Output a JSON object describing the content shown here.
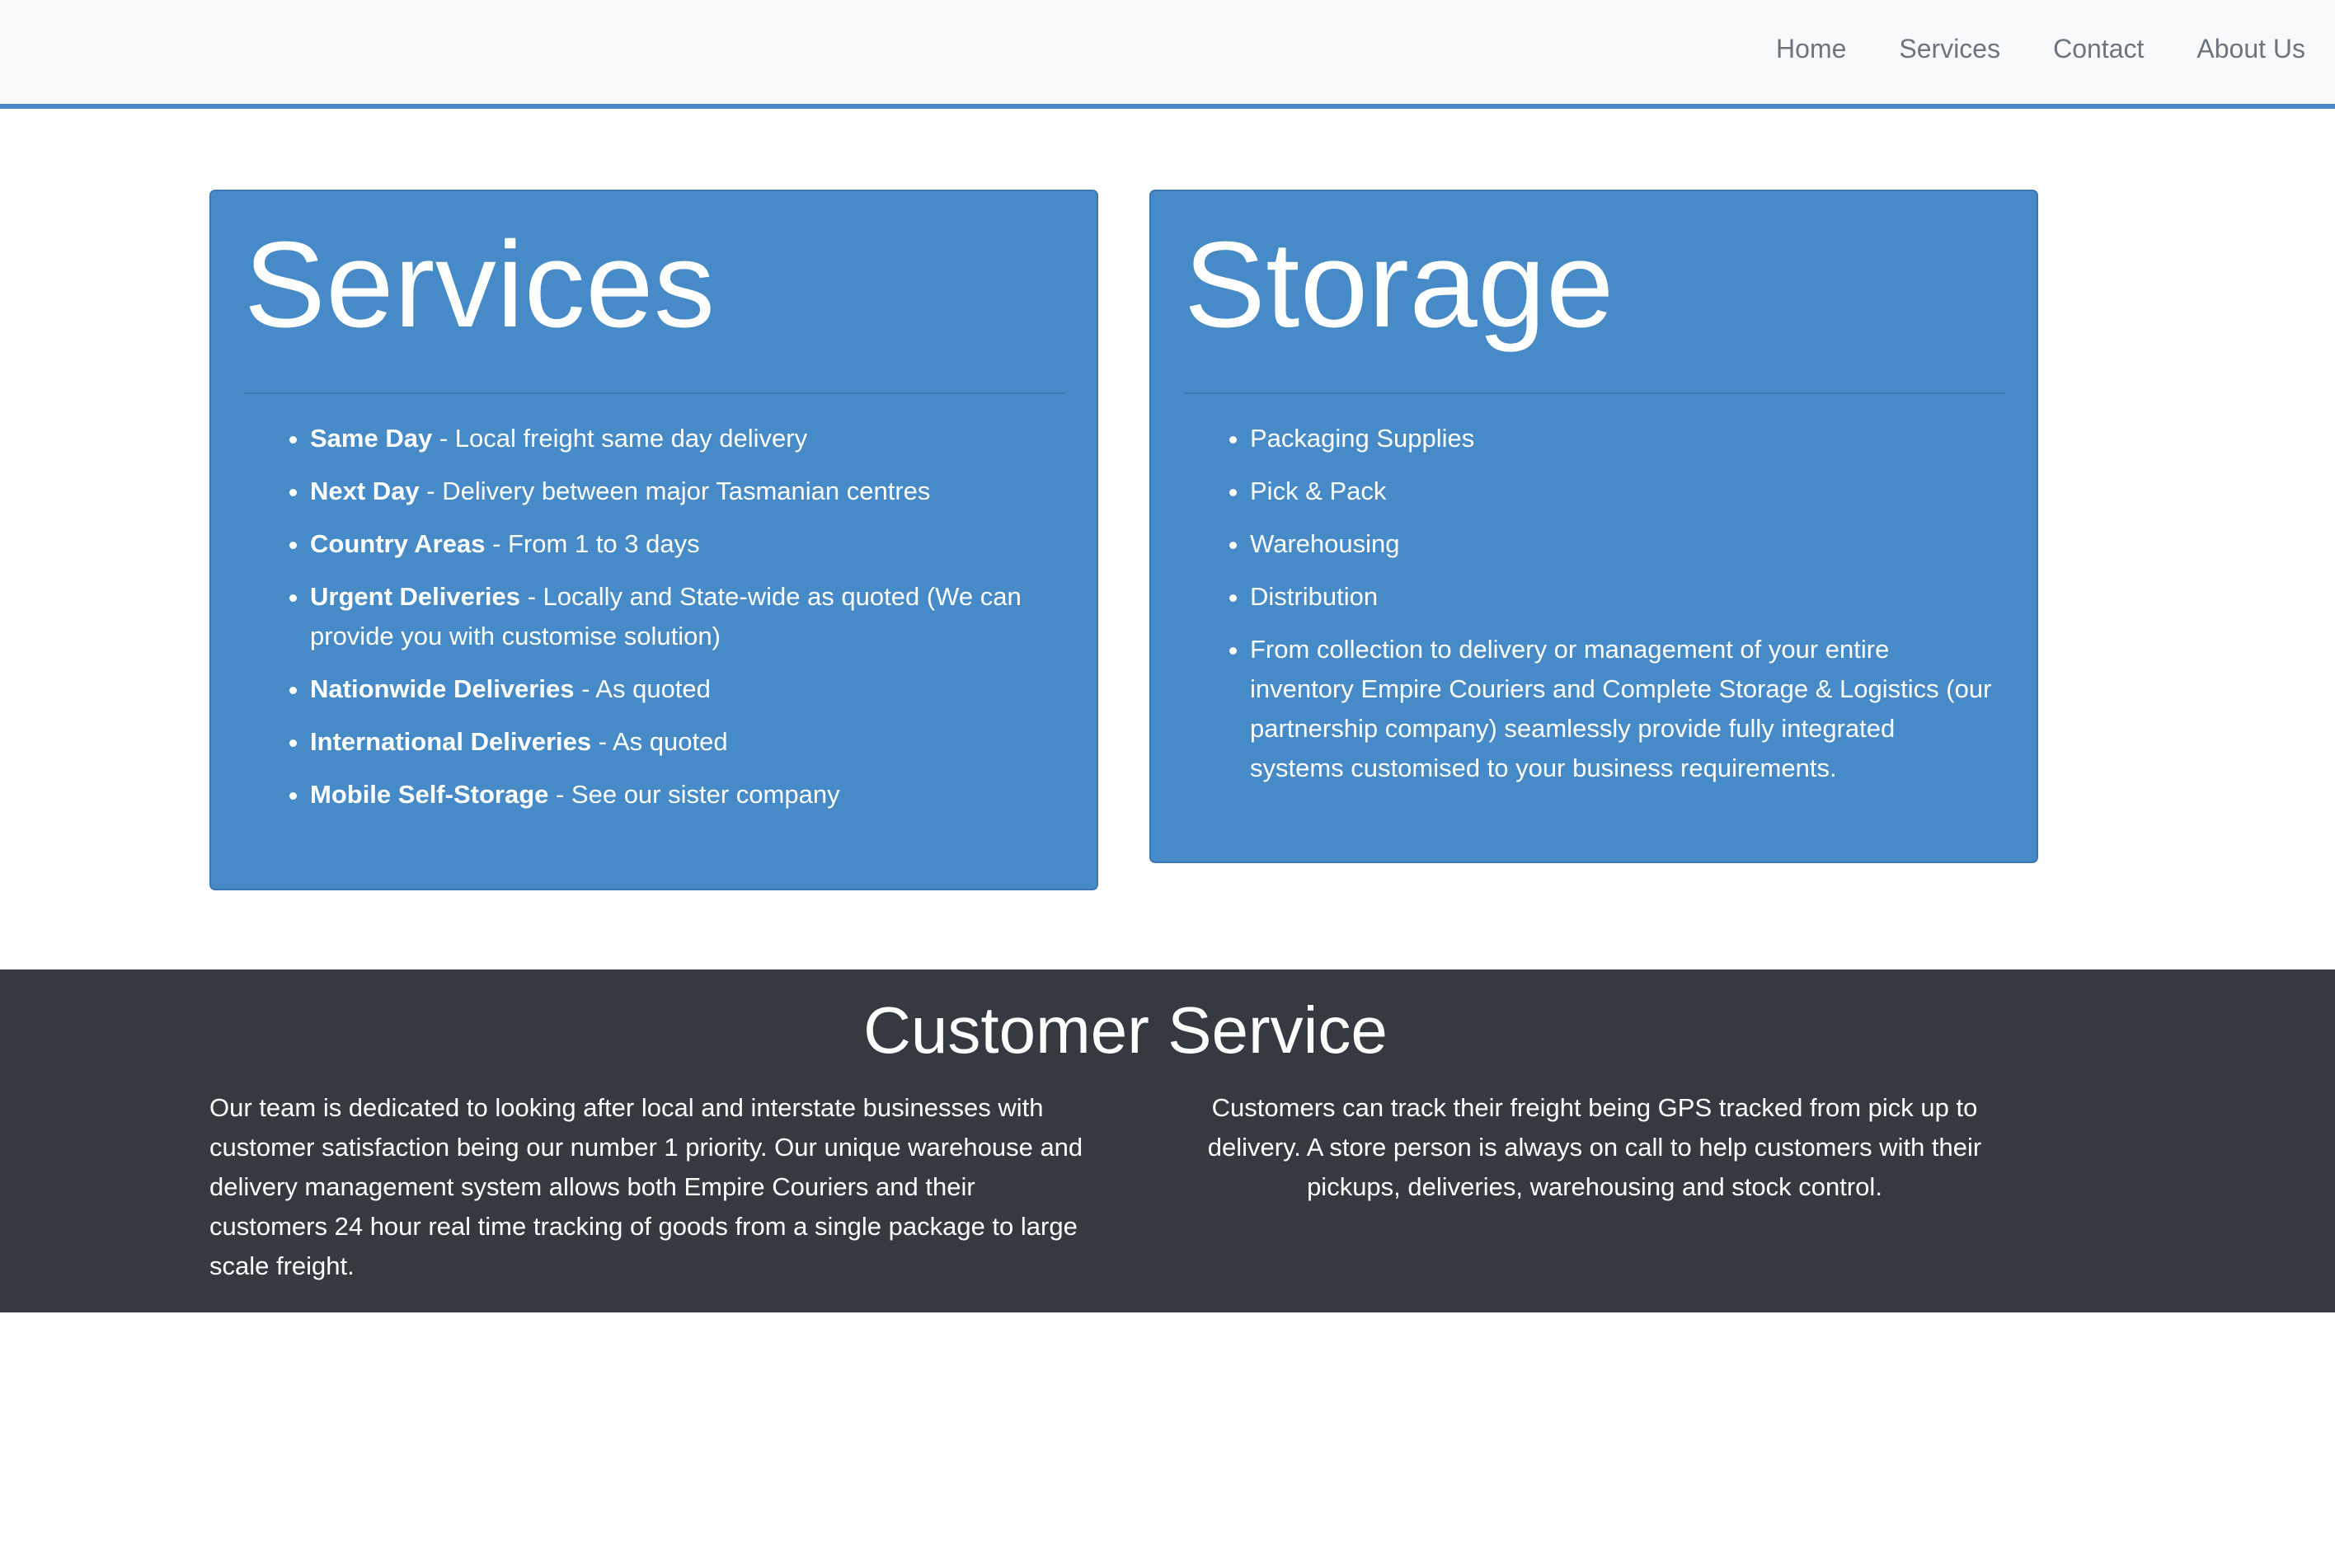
{
  "nav": {
    "items": [
      "Home",
      "Services",
      "Contact",
      "About Us"
    ]
  },
  "services": {
    "title": "Services",
    "items": [
      {
        "bold": "Same Day",
        "text": " - Local freight same day delivery"
      },
      {
        "bold": "Next Day",
        "text": " - Delivery between major Tasmanian centres"
      },
      {
        "bold": "Country Areas",
        "text": " - From 1 to 3 days"
      },
      {
        "bold": "Urgent Deliveries",
        "text": " - Locally and State-wide as quoted (We can provide you with customise solution)"
      },
      {
        "bold": "Nationwide Deliveries",
        "text": " - As quoted"
      },
      {
        "bold": "International Deliveries",
        "text": " - As quoted"
      },
      {
        "bold": "Mobile Self-Storage",
        "text": " - See our sister company"
      }
    ]
  },
  "storage": {
    "title": "Storage",
    "items": [
      "Packaging Supplies",
      "Pick & Pack",
      "Warehousing",
      "Distribution",
      "From collection to delivery or management of your entire inventory Empire Couriers and Complete Storage & Logistics (our partnership company) seamlessly provide fully integrated systems customised to your business requirements."
    ]
  },
  "customer_service": {
    "title": "Customer Service",
    "left_text": "Our team is dedicated to looking after local and interstate businesses with customer satisfaction being our number 1 priority. Our unique warehouse and delivery management system allows both Empire Couriers and their customers 24 hour real time tracking of goods from a single package to large scale freight.",
    "right_text": "Customers can track their freight being GPS tracked from pick up to delivery. A store person is always on call to help customers with their pickups, deliveries, warehousing and stock control."
  },
  "colors": {
    "accent": "#468ac8",
    "navbar_bg": "#f8f9fa",
    "dark_section": "#343a40"
  }
}
